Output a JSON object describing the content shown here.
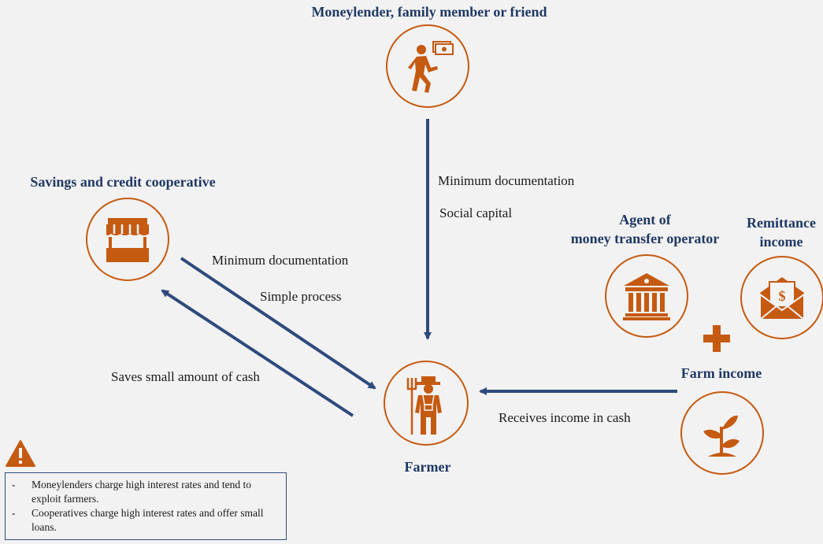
{
  "nodes": {
    "moneylender": {
      "title": "Moneylender, family member or friend",
      "icon": "person-walking-with-cash-icon"
    },
    "cooperative": {
      "title": "Savings and credit cooperative",
      "icon": "market-stall-icon"
    },
    "agent": {
      "title_line1": "Agent of",
      "title_line2": "money transfer operator",
      "icon": "bank-building-icon"
    },
    "remittance": {
      "title_line1": "Remittance",
      "title_line2": "income",
      "icon": "envelope-with-dollar-icon"
    },
    "farm_income": {
      "title": "Farm income",
      "icon": "seedling-plant-icon"
    },
    "farmer": {
      "title": "Farmer",
      "icon": "farmer-with-pitchfork-icon"
    }
  },
  "edges": {
    "moneylender_to_farmer": {
      "label1": "Minimum documentation",
      "label2": "Social capital"
    },
    "cooperative_to_farmer": {
      "label1": "Minimum documentation",
      "label2": "Simple process"
    },
    "farmer_to_cooperative": {
      "label": "Saves small amount of cash"
    },
    "income_to_farmer": {
      "label": "Receives income in cash"
    }
  },
  "plus_symbol": "+",
  "warning": {
    "icon": "warning-triangle-icon",
    "bullet_marker": "-",
    "items": [
      "Moneylenders charge high interest rates and tend to exploit farmers.",
      "Cooperatives charge high interest rates and offer small loans."
    ]
  },
  "colors": {
    "accent_orange": "#c55a11",
    "arrow_navy": "#2e4a7d",
    "title_navy": "#1f3864",
    "background": "#f2f2f2"
  }
}
